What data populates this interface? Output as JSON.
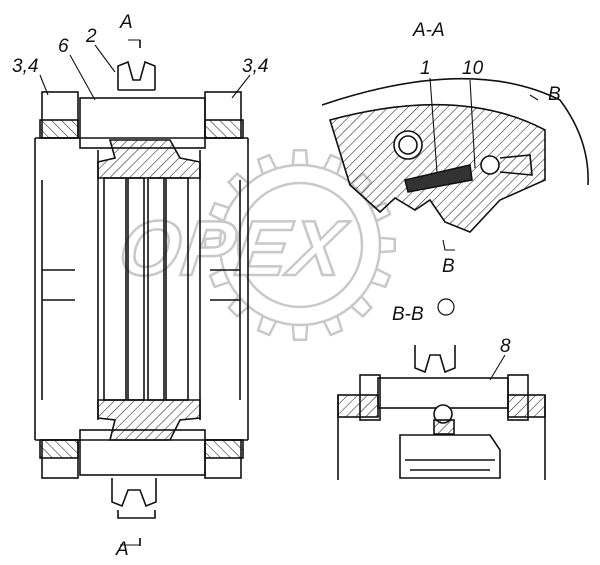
{
  "labels": {
    "section_a_top": "A",
    "section_a_bottom": "A",
    "view_aa": "A-A",
    "view_bb": "B-B",
    "section_b_top": "B",
    "section_b_mid": "B",
    "part_3_4_left": "3,4",
    "part_3_4_right": "3,4",
    "part_6": "6",
    "part_2": "2",
    "part_1": "1",
    "part_10": "10",
    "part_8": "8"
  },
  "watermark": {
    "text": "OPEX",
    "color": "#c8c8c8"
  },
  "colors": {
    "line": "#111111",
    "hatch": "#222222",
    "watermark": "#c8c8c8"
  }
}
